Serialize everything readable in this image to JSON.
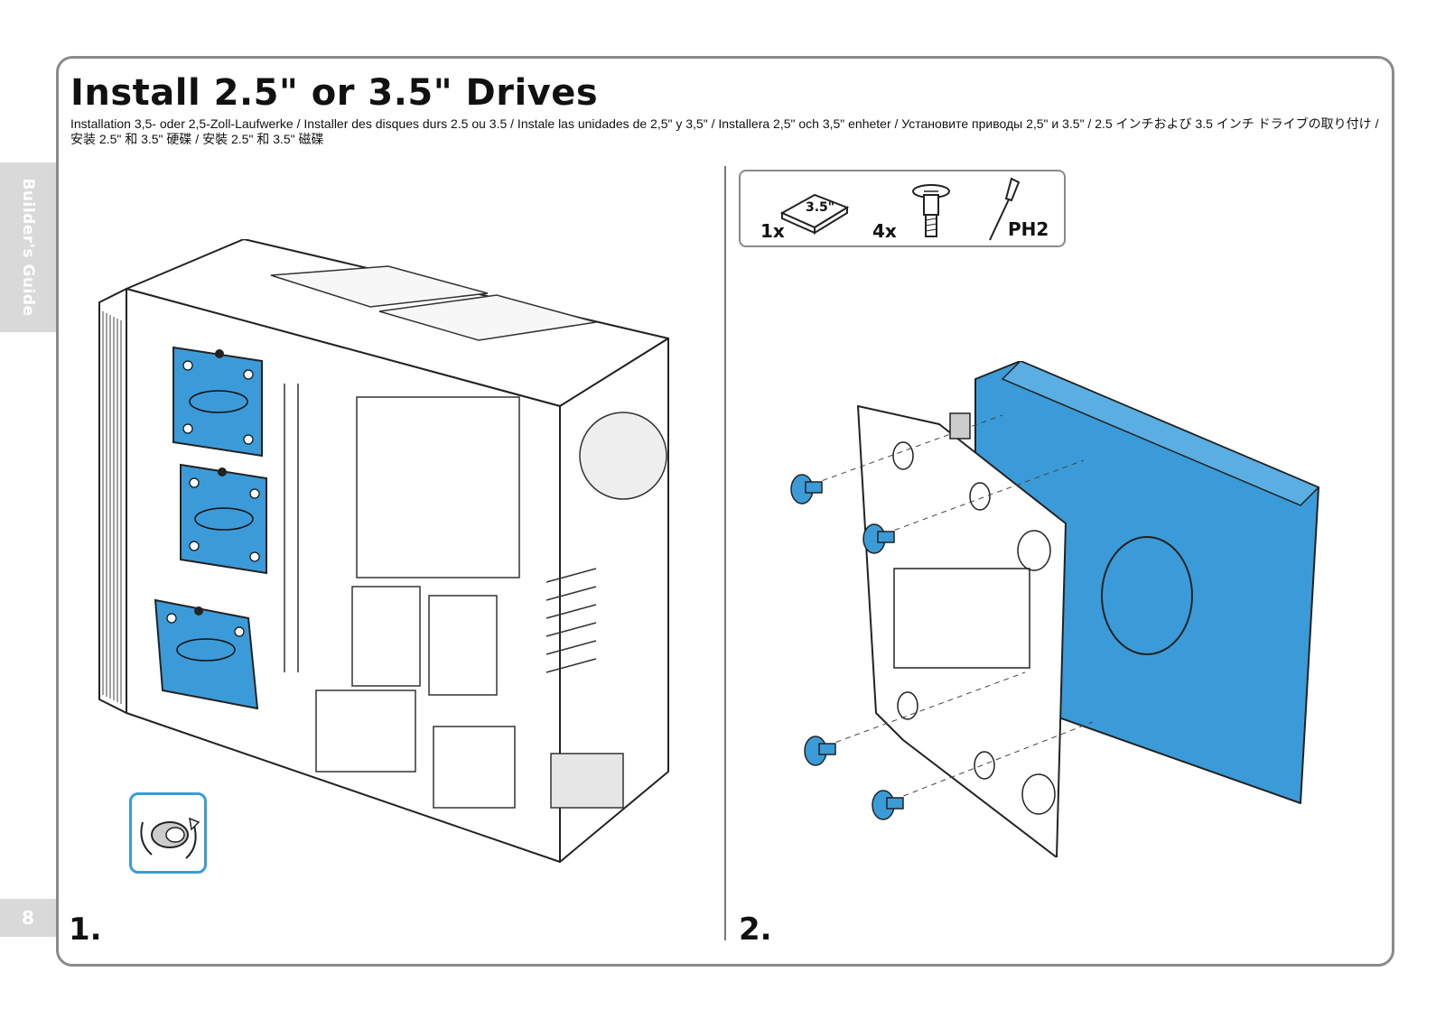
{
  "sidebar": {
    "section_label": "Builder's Guide",
    "page_number": "8"
  },
  "header": {
    "title": "Install 2.5\" or 3.5\" Drives",
    "subtitle": "Installation 3,5- oder 2,5-Zoll-Laufwerke / Installer des disques durs 2.5 ou 3.5 / Instale las unidades de 2,5\" y 3,5\" / Installera 2,5\" och 3,5\" enheter / Установите приводы 2,5\" и 3.5\" / 2.5 インチおよび 3.5 インチ ドライブの取り付け / 安装 2.5\" 和 3.5\" 硬碟 / 安裝 2.5\" 和 3.5\" 磁碟"
  },
  "steps": [
    {
      "number": "1."
    },
    {
      "number": "2."
    }
  ],
  "parts": {
    "hdd_qty": "1x",
    "hdd_label": "3.5\"",
    "screw_qty": "4x",
    "screwdriver_label": "PH2"
  },
  "colors": {
    "accent": "#3b9bd8",
    "frame": "#8a8a8a",
    "tab": "#d9d9d9"
  }
}
